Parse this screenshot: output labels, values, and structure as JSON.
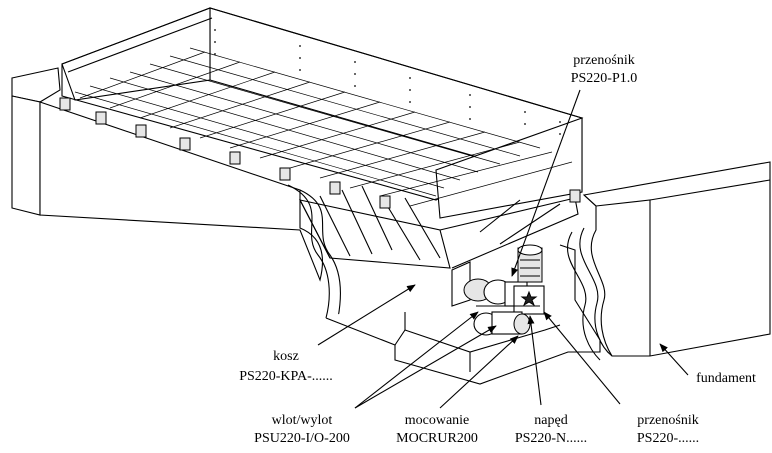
{
  "labels": {
    "conveyor_top_line1": "przenośnik",
    "conveyor_top_line2": "PS220-P1.0",
    "basket_line1": "kosz",
    "basket_line2": "PS220-KPA-......",
    "inlet_line1": "wlot/wylot",
    "inlet_line2": "PSU220-I/O-200",
    "mount_line1": "mocowanie",
    "mount_line2": "MOCRUR200",
    "drive_line1": "napęd",
    "drive_line2": "PS220-N......",
    "conveyor_bottom_line1": "przenośnik",
    "conveyor_bottom_line2": "PS220-......",
    "foundation": "fundament"
  }
}
